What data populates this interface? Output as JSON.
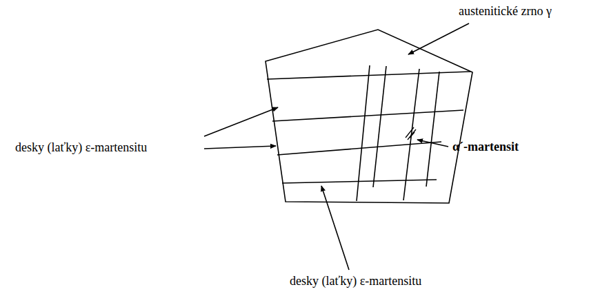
{
  "diagram": {
    "labels": [
      "austenitické zrno γ",
      "desky (laťky) ε-martensitu",
      "α´-martensit",
      "desky (laťky) ε-martensitu"
    ]
  }
}
